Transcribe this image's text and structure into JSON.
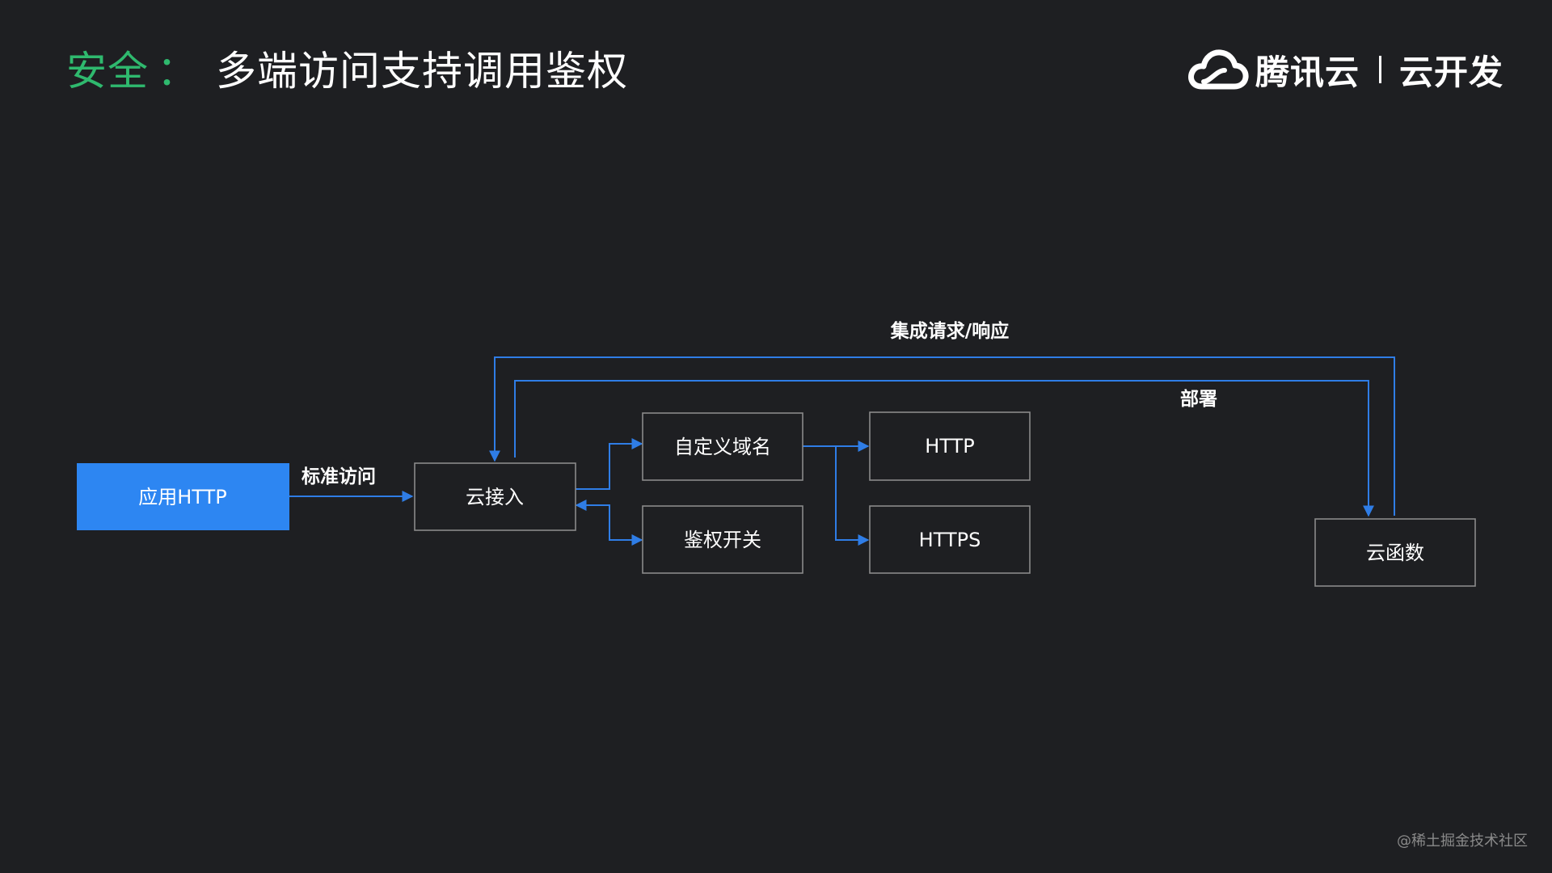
{
  "title": {
    "prefix": "安全",
    "separator": "：",
    "main": "多端访问支持调用鉴权"
  },
  "brand": {
    "logo_icon": "tencent-cloud-logo",
    "name": "腾讯云",
    "product": "云开发"
  },
  "colors": {
    "background": "#1e1f22",
    "accent_green": "#2fb96e",
    "accent_blue": "#2d86f2",
    "edge_blue": "#2f7de6",
    "box_border": "#8a8a8a"
  },
  "nodes": {
    "app_http": "应用HTTP",
    "cloud_access": "云接入",
    "custom_domain": "自定义域名",
    "auth_switch": "鉴权开关",
    "http": "HTTP",
    "https": "HTTPS",
    "cloud_function": "云函数"
  },
  "edges": {
    "standard_access": "标准访问",
    "integrated_request_response": "集成请求/响应",
    "deploy": "部署"
  },
  "watermark": "@稀土掘金技术社区"
}
